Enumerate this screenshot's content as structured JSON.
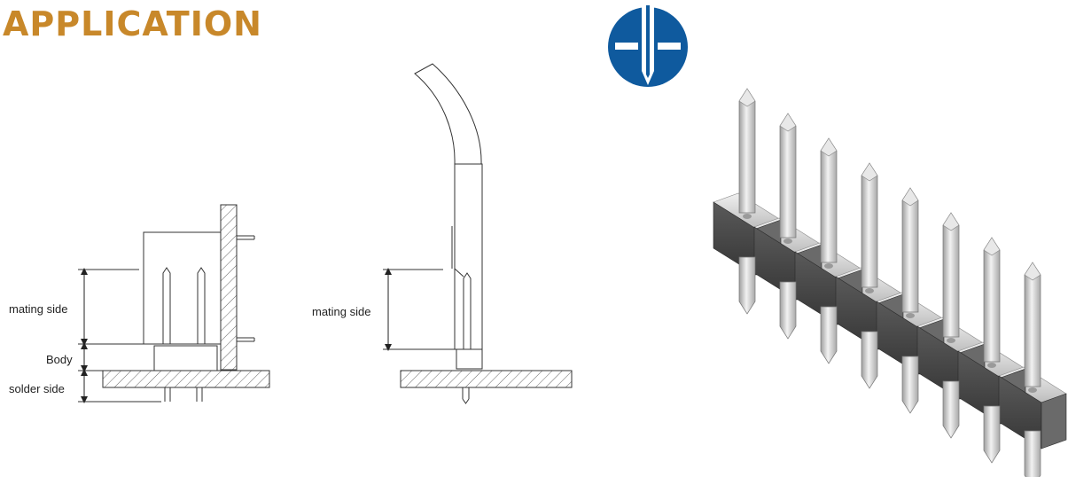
{
  "header": {
    "title": "APPLICATION"
  },
  "logo": {
    "icon": "connector-pin-logo-icon",
    "color": "#0f5a9e"
  },
  "diagram_left": {
    "labels": {
      "mating": "mating side",
      "body": "Body",
      "solder": "solder side"
    }
  },
  "diagram_middle": {
    "labels": {
      "mating": "mating side"
    }
  },
  "product": {
    "pin_count": 8,
    "icon": "pin-header-product-icon"
  },
  "colors": {
    "accent": "#c8882a",
    "line": "#333333",
    "hatch": "#666666",
    "housing": "#4a4a4a",
    "pin": "#d6d6d6"
  }
}
